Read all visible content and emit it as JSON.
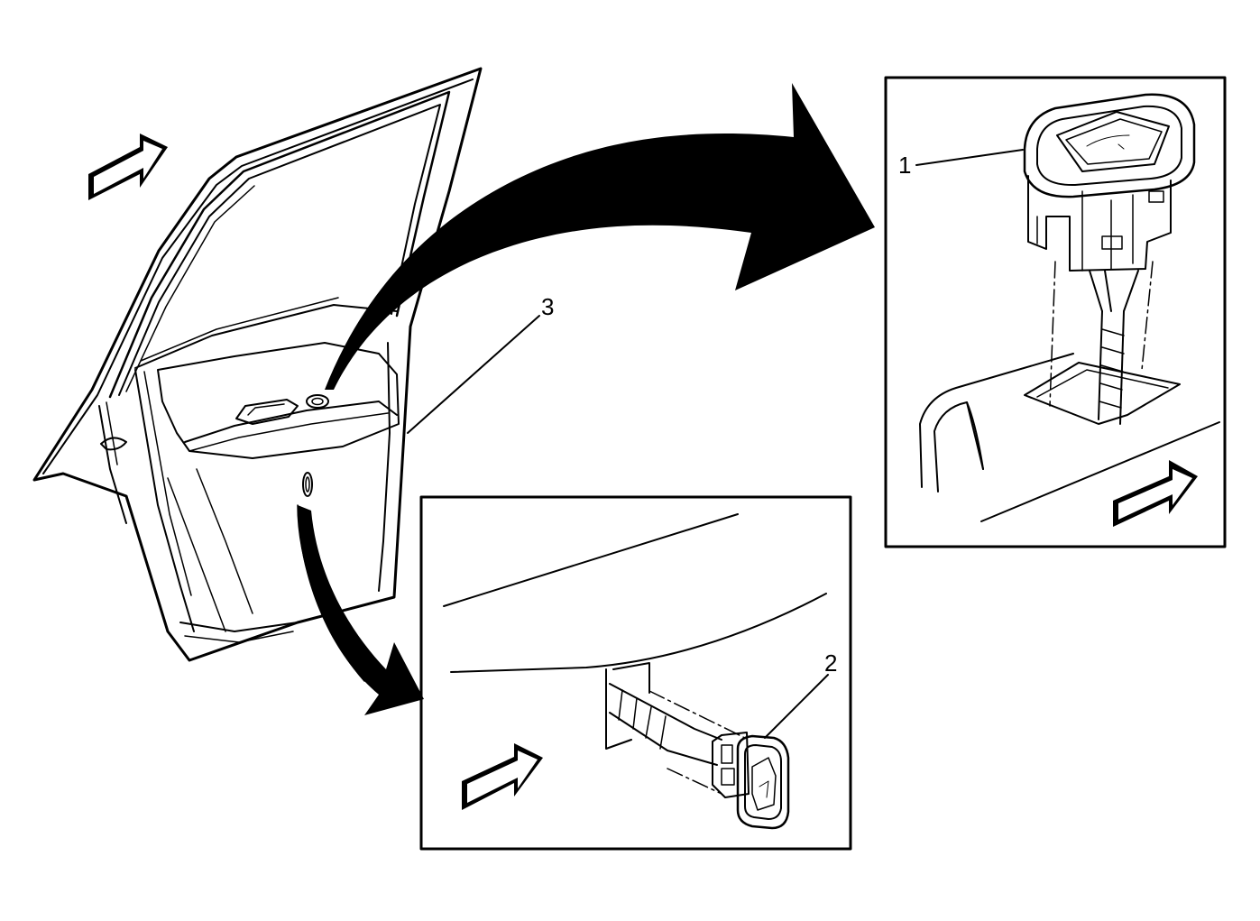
{
  "callouts": [
    {
      "id": "1",
      "label": "1"
    },
    {
      "id": "2",
      "label": "2"
    },
    {
      "id": "3",
      "label": "3"
    }
  ],
  "icons": [
    "direction-arrow-icon",
    "curved-arrow-icon"
  ],
  "colors": {
    "ink": "#000000",
    "background": "#ffffff"
  }
}
